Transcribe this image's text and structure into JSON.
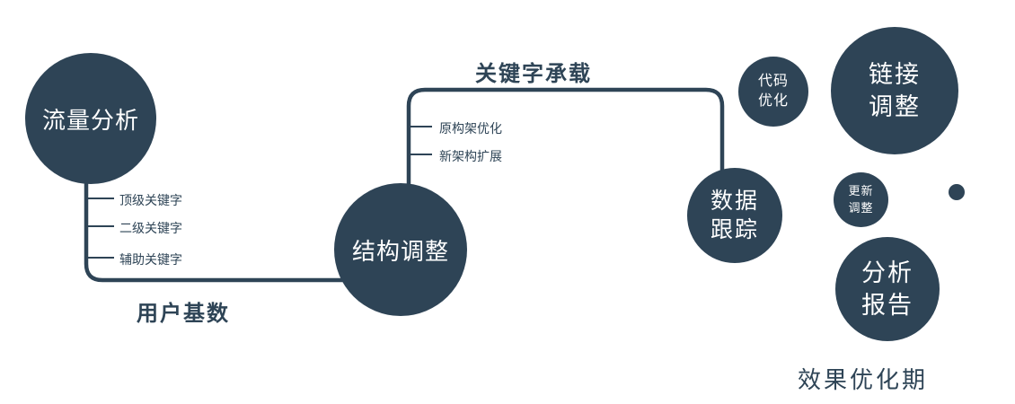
{
  "colors": {
    "node_fill": "#2e4456",
    "line": "#2e4456",
    "label_text": "#2e4456",
    "node_text": "#ffffff",
    "background": "#ffffff"
  },
  "nodes": {
    "traffic": {
      "lines": [
        "流量分析"
      ]
    },
    "structure": {
      "lines": [
        "结构调整"
      ]
    },
    "tracking": {
      "lines": [
        "数据",
        "跟踪"
      ]
    },
    "code_opt": {
      "lines": [
        "代码",
        "优化"
      ]
    },
    "link_adjust": {
      "lines": [
        "链接",
        "调整"
      ]
    },
    "update_adjust": {
      "lines": [
        "更新",
        "调整"
      ]
    },
    "report": {
      "lines": [
        "分析",
        "报告"
      ]
    }
  },
  "edge_labels": {
    "user_base": "用户基数",
    "keyword_carry": "关键字承载"
  },
  "branch_labels": {
    "traffic": [
      "顶级关键字",
      "二级关键字",
      "辅助关键字"
    ],
    "structure": [
      "原构架优化",
      "新架构扩展"
    ]
  },
  "footer_label": "效果优化期"
}
